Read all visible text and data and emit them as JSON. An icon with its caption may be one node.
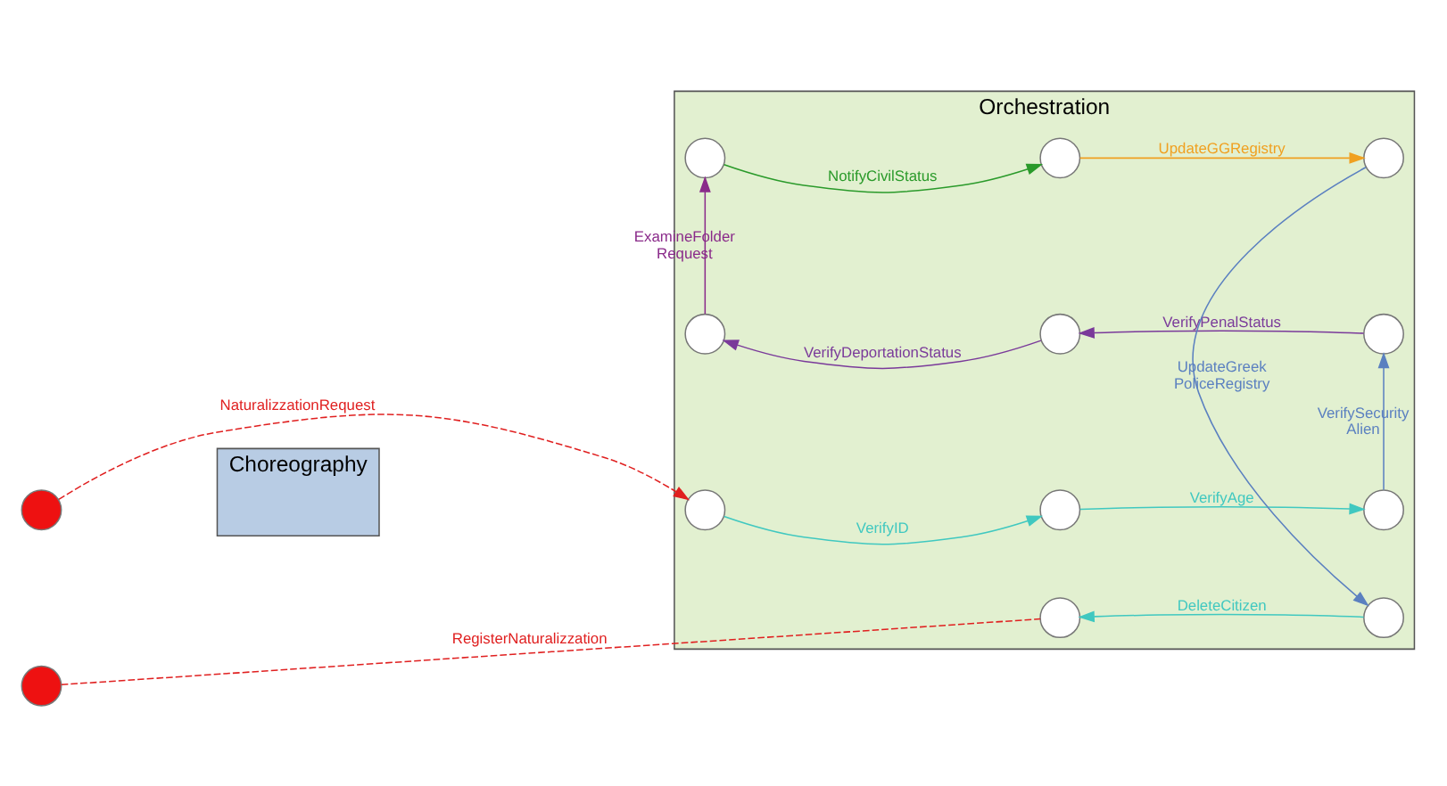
{
  "diagram": {
    "nodes": [
      {
        "text": [
          "Choreography"
        ]
      },
      {
        "text": [
          "Orchestration"
        ]
      },
      {
        "text": [],
        "shape": "circle"
      },
      {
        "text": [],
        "shape": "circle",
        "in": 1
      },
      {
        "text": [],
        "shape": "circle",
        "in": 1
      },
      {
        "text": [],
        "shape": "circle",
        "in": 1
      },
      {
        "text": [],
        "shape": "circle",
        "in": 1
      },
      {
        "text": [],
        "shape": "circle",
        "in": 1
      },
      {
        "text": [],
        "shape": "circle",
        "in": 1
      },
      {
        "text": [],
        "shape": "circle",
        "in": 1
      },
      {
        "text": [],
        "shape": "circle",
        "in": 1
      },
      {
        "text": [],
        "shape": "circle",
        "in": 1
      },
      {
        "text": [],
        "shape": "circle"
      },
      {
        "text": [],
        "shape": "circle",
        "in": 1
      },
      {
        "text": [],
        "shape": "circle",
        "in": 1
      }
    ],
    "edges": [
      {
        "from": 2,
        "to": 3,
        "arrow": "to",
        "label": "NaturalizzationRequest",
        "style": "dashed",
        "color": "#e02020"
      },
      {
        "from": 3,
        "to": 4,
        "arrow": "to",
        "label": "VerifyID",
        "color": "#40c8c0"
      },
      {
        "from": 4,
        "to": 5,
        "arrow": "to",
        "label": "VerifyAge",
        "color": "#40c8c0"
      },
      {
        "from": 5,
        "to": 8,
        "arrow": "to",
        "label": "VerifySecurity Alien",
        "color": "#5b80c0"
      },
      {
        "from": 8,
        "to": 7,
        "arrow": "to",
        "label": "VerifyPenalStatus",
        "color": "#7a3a9a"
      },
      {
        "from": 7,
        "to": 6,
        "arrow": "to",
        "label": "VerifyDeportationStatus",
        "color": "#7a3a9a"
      },
      {
        "from": 6,
        "to": 9,
        "arrow": "to",
        "label": "ExamineFolder Request",
        "color": "#8a2a8a"
      },
      {
        "from": 9,
        "to": 10,
        "arrow": "to",
        "label": "NotifyCivilStatus",
        "color": "#2a9a2a"
      },
      {
        "from": 10,
        "to": 11,
        "arrow": "to",
        "label": "UpdateGGRegistry",
        "color": "#f0a020"
      },
      {
        "from": 11,
        "to": 14,
        "arrow": "to",
        "label": "UpdateGreek PoliceRegistry",
        "color": "#5b80c0"
      },
      {
        "from": 14,
        "to": 13,
        "arrow": "to",
        "label": "DeleteCitizen",
        "color": "#40c8c0"
      },
      {
        "from": 13,
        "to": 12,
        "arrow": "none",
        "label": "RegisterNaturalizzation",
        "style": "dashed",
        "color": "#e02020"
      }
    ]
  }
}
